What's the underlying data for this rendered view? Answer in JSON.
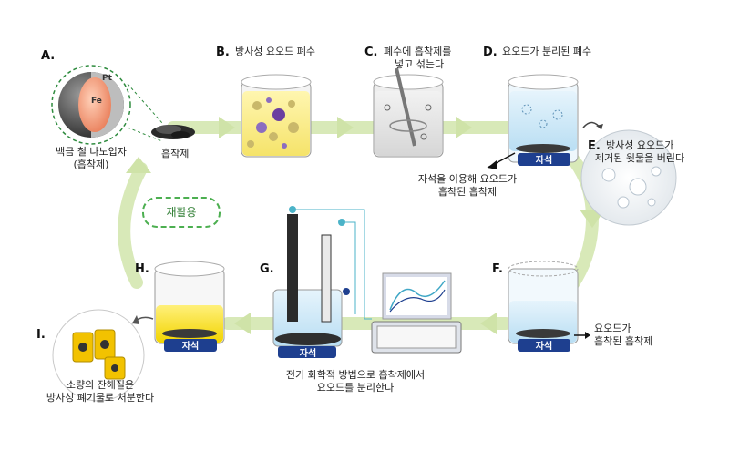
{
  "steps": {
    "a": {
      "letter": "A.",
      "caption": "백금 철 나노입자\n(흡착제)",
      "line1": "백금 철 나노입자",
      "line2": "(흡착제)",
      "pt": "Pt",
      "fe": "Fe"
    },
    "adsorbent": "흡착제",
    "b": {
      "letter": "B.",
      "caption": "방사성 요오드 폐수"
    },
    "c": {
      "letter": "C.",
      "line1": "폐수에 흡착제를",
      "line2": "넣고 섞는다"
    },
    "d": {
      "letter": "D.",
      "caption": "요오드가 분리된 폐수"
    },
    "magnet_caption": {
      "line1": "자석을 이용해 요오드가",
      "line2": "흡착된 흡착제"
    },
    "e": {
      "letter": "E.",
      "line1": "방사성 요오드가",
      "line2": "제거된 윗물을 버린다"
    },
    "f": {
      "letter": "F.",
      "line1": "요오드가",
      "line2": "흡착된 흡착제"
    },
    "g": {
      "letter": "G.",
      "line1": "전기 화학적 방법으로 흡착제에서",
      "line2": "요오드를 분리한다"
    },
    "h": {
      "letter": "H."
    },
    "i": {
      "letter": "I.",
      "line1": "소량의 잔해질은",
      "line2": "방사성 폐기물로 처분한다"
    },
    "recycle": "재활용",
    "magnet_label": "자석"
  },
  "colors": {
    "cycle_arrow": "#d6e8b4",
    "magnet": "#1e3f8f",
    "accent_green": "#4caf50"
  }
}
